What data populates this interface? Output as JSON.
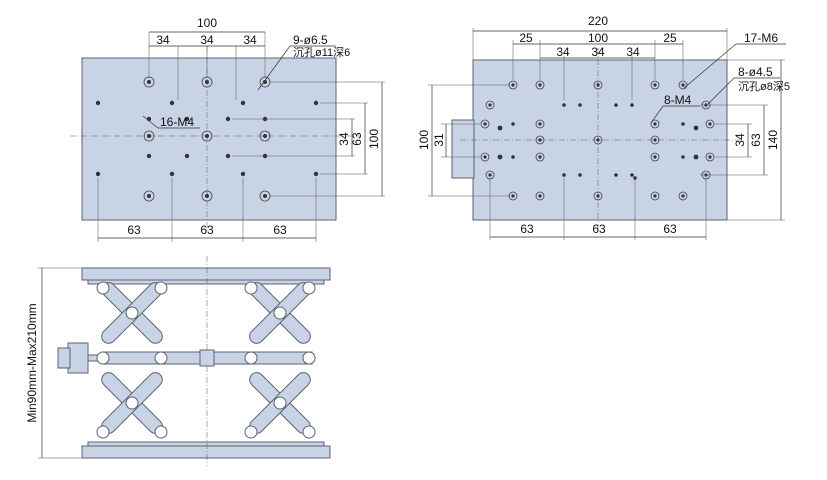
{
  "top_left": {
    "dims": {
      "top_total": "100",
      "top_a": "34",
      "top_b": "34",
      "top_c": "34",
      "right_outer": "100",
      "right_mid": "63",
      "right_inner": "34",
      "bottom_a": "63",
      "bottom_b": "63",
      "bottom_c": "63"
    },
    "callouts": {
      "holes_label": "9-ø6.5",
      "holes_sub": "沉孔ø11深6",
      "thread_label": "16-M4"
    }
  },
  "top_right": {
    "dims": {
      "top_total": "220",
      "top_a": "25",
      "top_mid": "100",
      "top_d": "25",
      "top_b1": "34",
      "top_b2": "34",
      "top_b3": "34",
      "left_outer": "100",
      "left_inner": "31",
      "right_outer": "140",
      "right_mid": "63",
      "right_inner": "34",
      "bottom_a": "63",
      "bottom_b": "63",
      "bottom_c": "63"
    },
    "callouts": {
      "m6_label": "17-M6",
      "holes_label": "8-ø4.5",
      "holes_sub": "沉孔ø8深5",
      "m4_label": "8-M4"
    }
  },
  "side_view": {
    "height_label": "Min90mm-Max210mm"
  }
}
